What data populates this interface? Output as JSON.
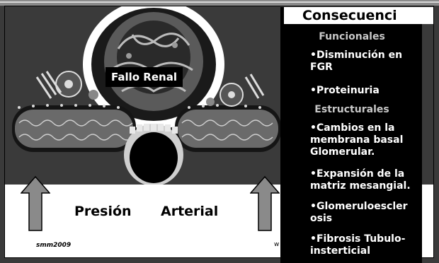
{
  "illustration": {
    "banner": "Fallo Renal",
    "caption_left": "Presión",
    "caption_right": "Arterial",
    "credit": "smm2009",
    "footer_fragment": "w"
  },
  "panel": {
    "title": "Consecuenci",
    "sections": [
      {
        "heading": "Funcionales",
        "items": [
          "•Disminución en FGR",
          "•Proteinuria"
        ]
      },
      {
        "heading": "Estructurales",
        "items": [
          "•Cambios en la membrana basal Glomerular.",
          "•Expansión de la matriz mesangial.",
          "•Glomeruloescler osis",
          "•Fibrosis Tubulo-insterticial"
        ]
      }
    ]
  }
}
